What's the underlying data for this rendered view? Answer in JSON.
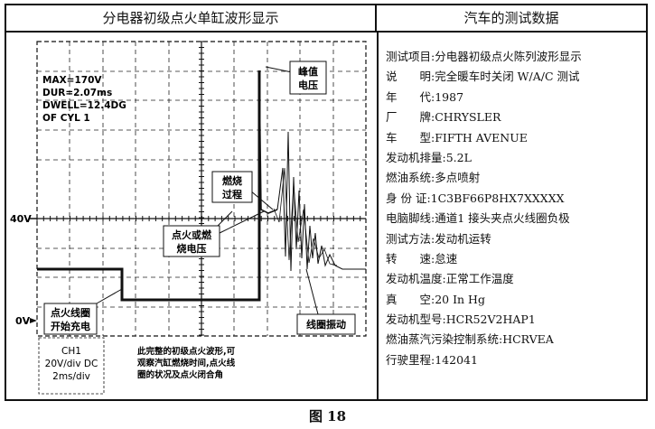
{
  "left_header": "分电器初级点火单缸波形显示",
  "right_header": "汽车的测试数据",
  "scope": {
    "readout": [
      "MAX=170V",
      "DUR=2.07ms",
      "DWELL=12.4DG",
      "OF CYL 1"
    ],
    "level_40v": "40V",
    "level_0v": "0V",
    "ch_info": [
      "CH1",
      "20V/div DC",
      "2ms/div"
    ],
    "description": [
      "此完整的初级点火波形,可",
      "观察汽缸燃烧时间,点火线",
      "圈的状况及点火闭合角"
    ],
    "callouts": {
      "peak": [
        "峰值",
        "电压"
      ],
      "burn": [
        "燃烧",
        "过程"
      ],
      "spark": [
        "点火或燃",
        "烧电压"
      ],
      "coil_charge": [
        "点火线圈",
        "开始充电"
      ],
      "coil_osc": [
        "线圈振动"
      ]
    }
  },
  "test_data": [
    "测试项目:分电器初级点火陈列波形显示",
    "说　　明:完全暖车时关闭 W/A/C 测试",
    "年　　代:1987",
    "厂　　牌:CHRYSLER",
    "车　　型:FIFTH AVENUE",
    "发动机排量:5.2L",
    "燃油系统:多点喷射",
    "身 份 证:1C3BF66P8HX7XXXXX",
    "电脑脚线:通道1 接头夹点火线圈负极",
    "测试方法:发动机运转",
    "转　　速:怠速",
    "发动机温度:正常工作温度",
    "真　　空:20 In Hg",
    "发动机型号:HCR52V2HAP1",
    "燃油蒸汽污染控制系统:HCRVEA",
    "行驶里程:142041"
  ],
  "caption": "图 18"
}
